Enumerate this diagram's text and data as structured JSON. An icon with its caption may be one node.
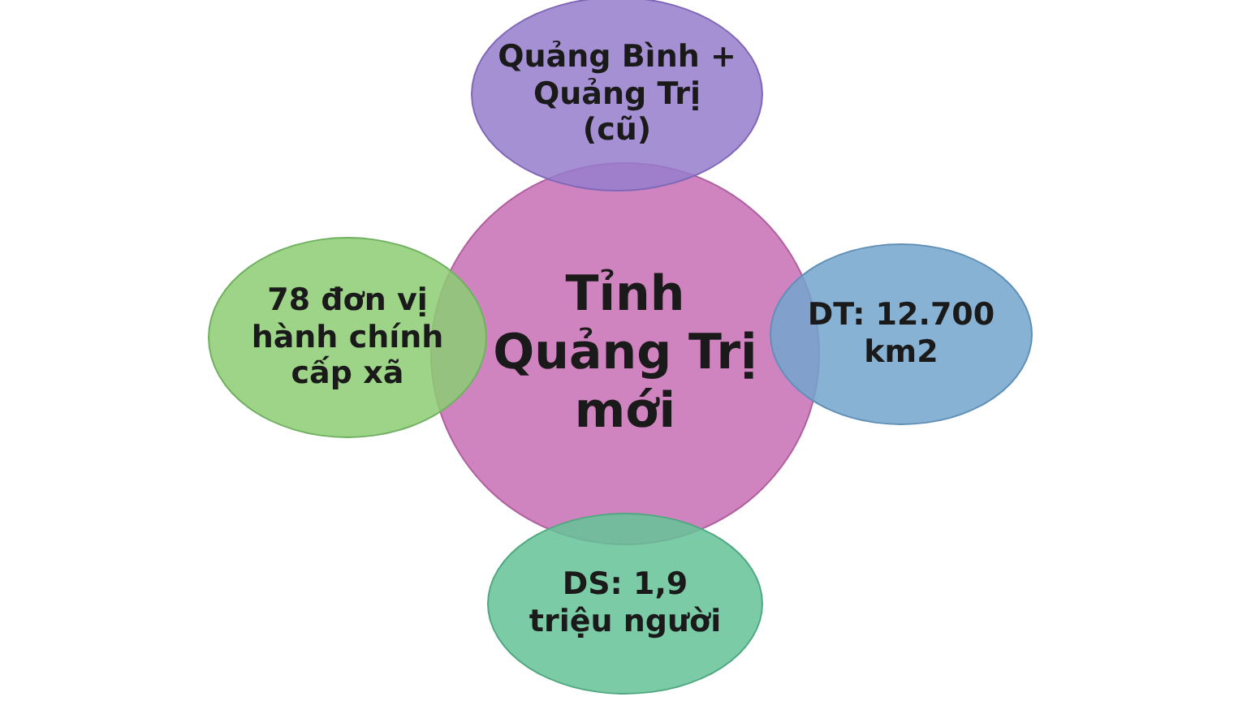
{
  "diagram": {
    "nodes": [
      {
        "text": [
          "Tỉnh Quảng Trị mới"
        ]
      },
      {
        "text": [
          "Quảng Bình + Quảng Trị (cũ)"
        ]
      },
      {
        "text": [
          "78 đơn vị hành chính cấp xã"
        ]
      },
      {
        "text": [
          "DT: 12.700 km2"
        ]
      },
      {
        "text": [
          "DS: 1,9 triệu người"
        ]
      }
    ]
  }
}
